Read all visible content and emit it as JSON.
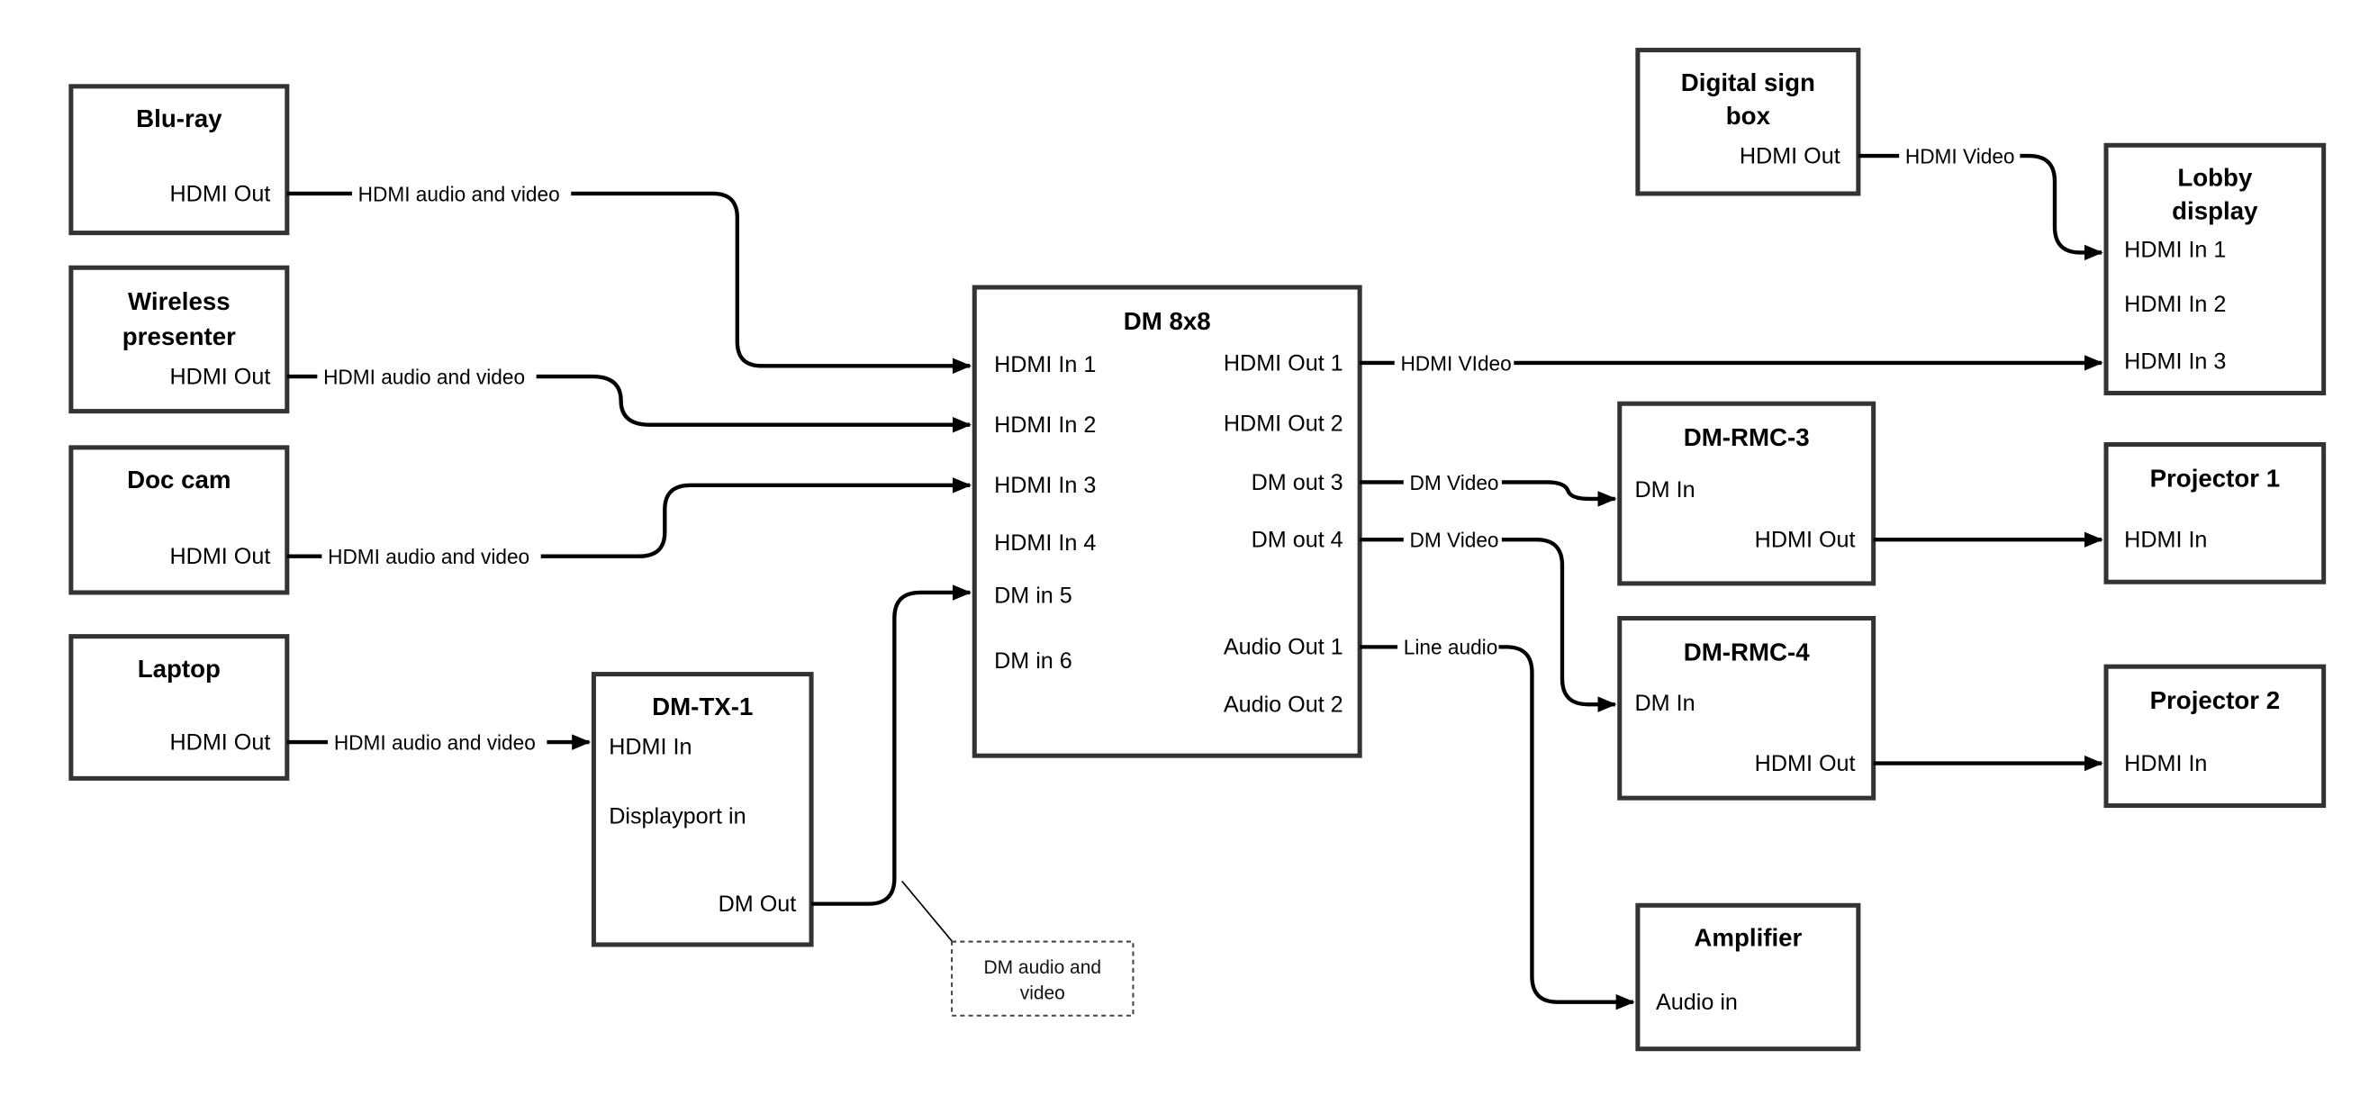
{
  "diagram": {
    "colors": {
      "line": "#000000",
      "box_border": "#333333",
      "background": "#ffffff"
    },
    "boxes": {
      "bluray": {
        "title": "Blu-ray",
        "port_out": "HDMI Out"
      },
      "wireless_presenter": {
        "title_line1": "Wireless",
        "title_line2": "presenter",
        "port_out": "HDMI Out"
      },
      "doc_cam": {
        "title": "Doc cam",
        "port_out": "HDMI Out"
      },
      "laptop": {
        "title": "Laptop",
        "port_out": "HDMI Out"
      },
      "dm_tx_1": {
        "title": "DM-TX-1",
        "port_hdmi_in": "HDMI In",
        "port_displayport_in": "Displayport in",
        "port_dm_out": "DM Out"
      },
      "dm_8x8": {
        "title": "DM 8x8",
        "inputs": [
          "HDMI In 1",
          "HDMI In 2",
          "HDMI In 3",
          "HDMI In 4",
          "DM in 5",
          "DM in 6"
        ],
        "outputs": [
          "HDMI Out 1",
          "HDMI Out 2",
          "DM out 3",
          "DM out 4",
          "Audio Out 1",
          "Audio Out 2"
        ]
      },
      "digital_sign_box": {
        "title_line1": "Digital sign",
        "title_line2": "box",
        "port_out": "HDMI Out"
      },
      "lobby_display": {
        "title_line1": "Lobby",
        "title_line2": "display",
        "inputs": [
          "HDMI In 1",
          "HDMI In 2",
          "HDMI In 3"
        ]
      },
      "dm_rmc_3": {
        "title": "DM-RMC-3",
        "port_dm_in": "DM In",
        "port_hdmi_out": "HDMI Out"
      },
      "projector_1": {
        "title": "Projector 1",
        "port_in": "HDMI In"
      },
      "dm_rmc_4": {
        "title": "DM-RMC-4",
        "port_dm_in": "DM In",
        "port_hdmi_out": "HDMI Out"
      },
      "projector_2": {
        "title": "Projector 2",
        "port_in": "HDMI In"
      },
      "amplifier": {
        "title": "Amplifier",
        "port_in": "Audio in"
      }
    },
    "links": {
      "bluray_to_dm8x8": "HDMI audio and video",
      "wireless_to_dm8x8": "HDMI audio and video",
      "doccam_to_dm8x8": "HDMI audio and video",
      "laptop_to_dmtx1": "HDMI audio and video",
      "hdmi_out_1": "HDMI VIdeo",
      "digital_sign_to_lobby": "HDMI Video",
      "dm_out_3": "DM Video",
      "dm_out_4": "DM Video",
      "audio_out_1": "Line audio"
    },
    "note": {
      "line1": "DM audio and",
      "line2": "video"
    }
  }
}
